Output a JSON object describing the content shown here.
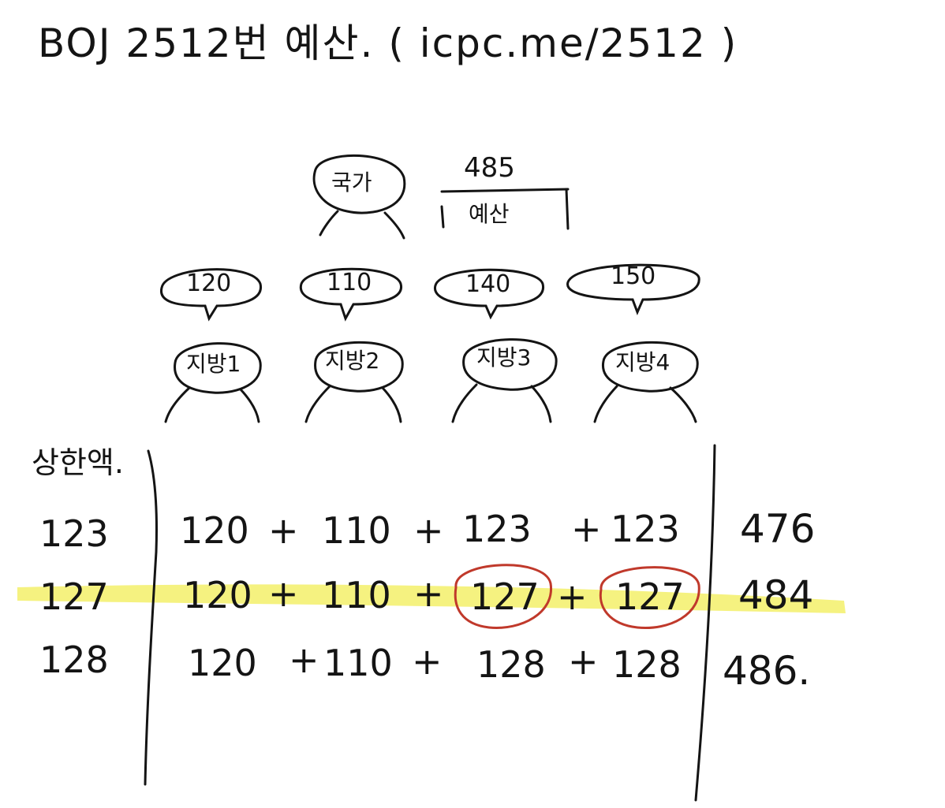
{
  "title": "BOJ 2512번 예산. ( icpc.me/2512 )",
  "national": {
    "head_label": "국가",
    "budget_value": "485",
    "budget_label": "예산"
  },
  "regions": [
    {
      "label": "지방1",
      "request": "120"
    },
    {
      "label": "지방2",
      "request": "110"
    },
    {
      "label": "지방3",
      "request": "140"
    },
    {
      "label": "지방4",
      "request": "150"
    }
  ],
  "table": {
    "cap_header": "상한액.",
    "rows": [
      {
        "cap": "123",
        "terms": [
          "120",
          "+",
          "110",
          "+",
          "123",
          "+",
          "123"
        ],
        "total": "476",
        "highlighted": false
      },
      {
        "cap": "127",
        "terms": [
          "120",
          "+",
          "110",
          "+",
          "127",
          "+",
          "127"
        ],
        "total": "484",
        "highlighted": true
      },
      {
        "cap": "128",
        "terms": [
          "120",
          "+",
          "110",
          "+",
          "128",
          "+",
          "128"
        ],
        "total": "486.",
        "highlighted": false
      }
    ]
  },
  "colors": {
    "ink": "#141414",
    "highlight": "#f3f06a",
    "circle": "#c0392b"
  }
}
